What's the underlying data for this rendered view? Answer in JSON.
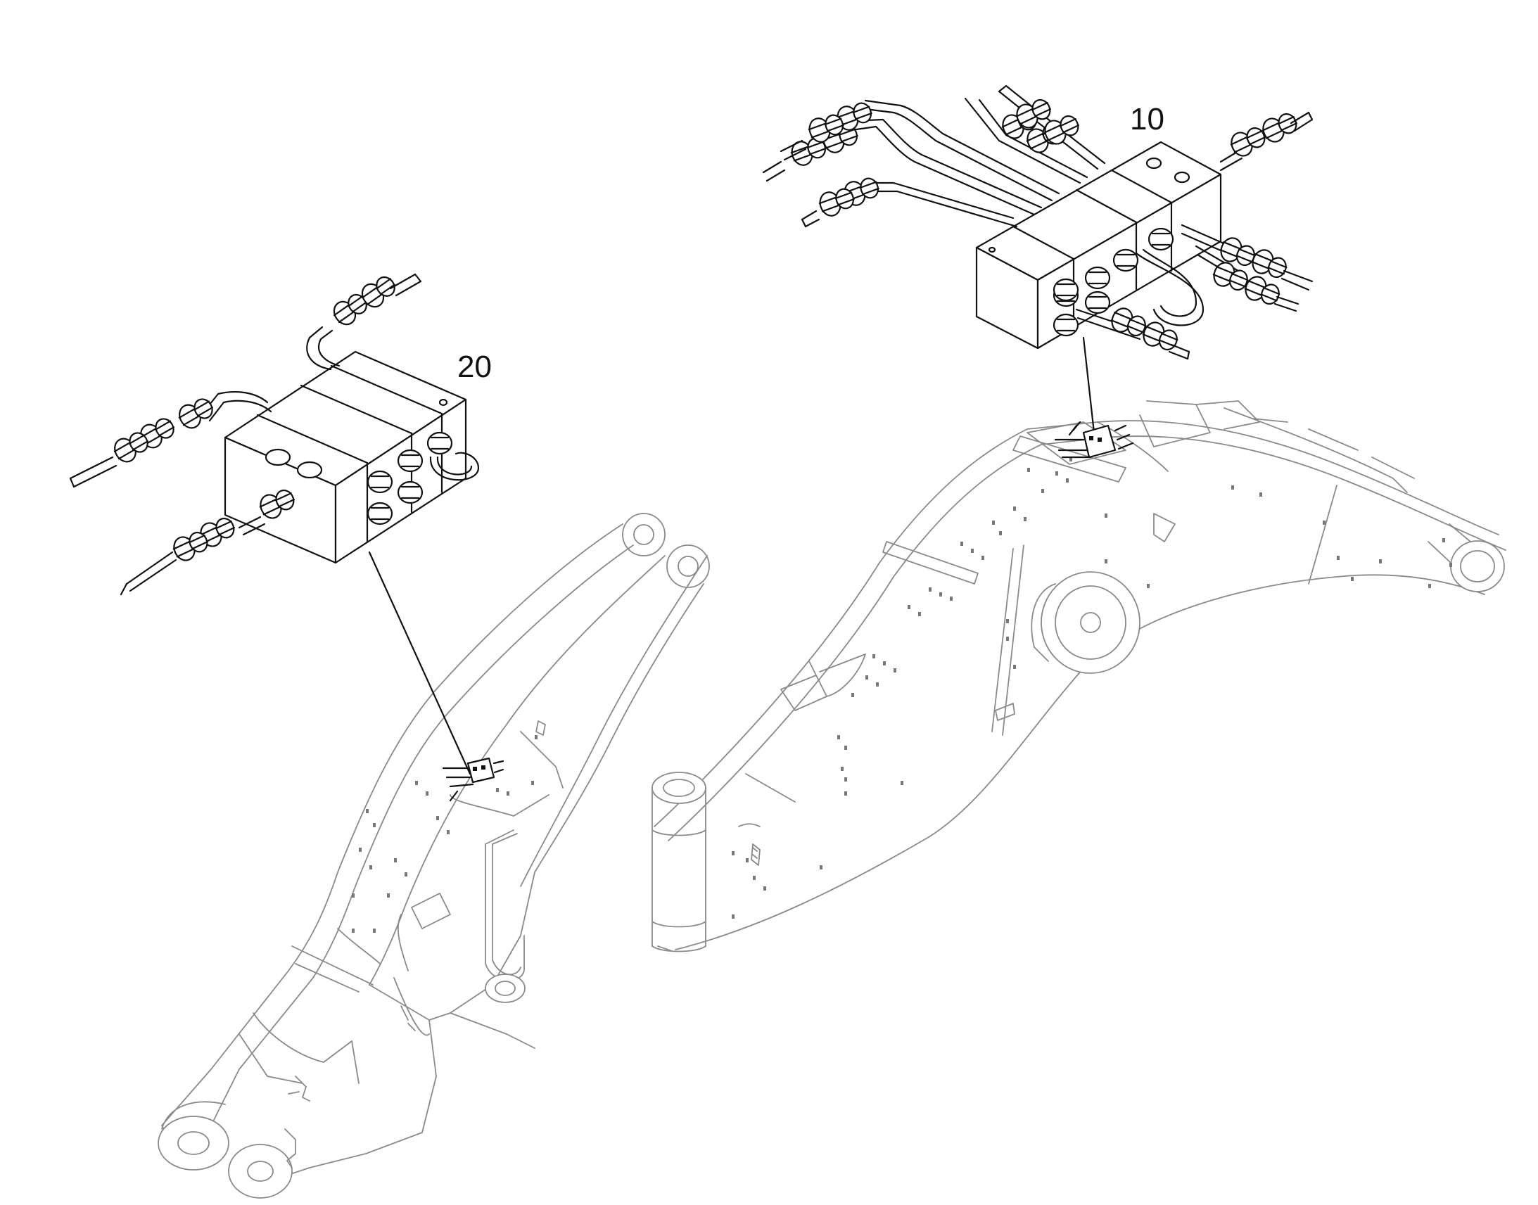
{
  "callouts": [
    {
      "id": "10",
      "label": "10"
    },
    {
      "id": "20",
      "label": "20"
    }
  ],
  "icons": {
    "valve_block_10": "valve-block-icon",
    "valve_block_20": "valve-block-icon",
    "boom": "excavator-boom-icon",
    "arm": "excavator-arm-icon"
  },
  "colors": {
    "detail_line": "#111111",
    "structure_line": "#8a8a8a",
    "background": "#ffffff"
  }
}
